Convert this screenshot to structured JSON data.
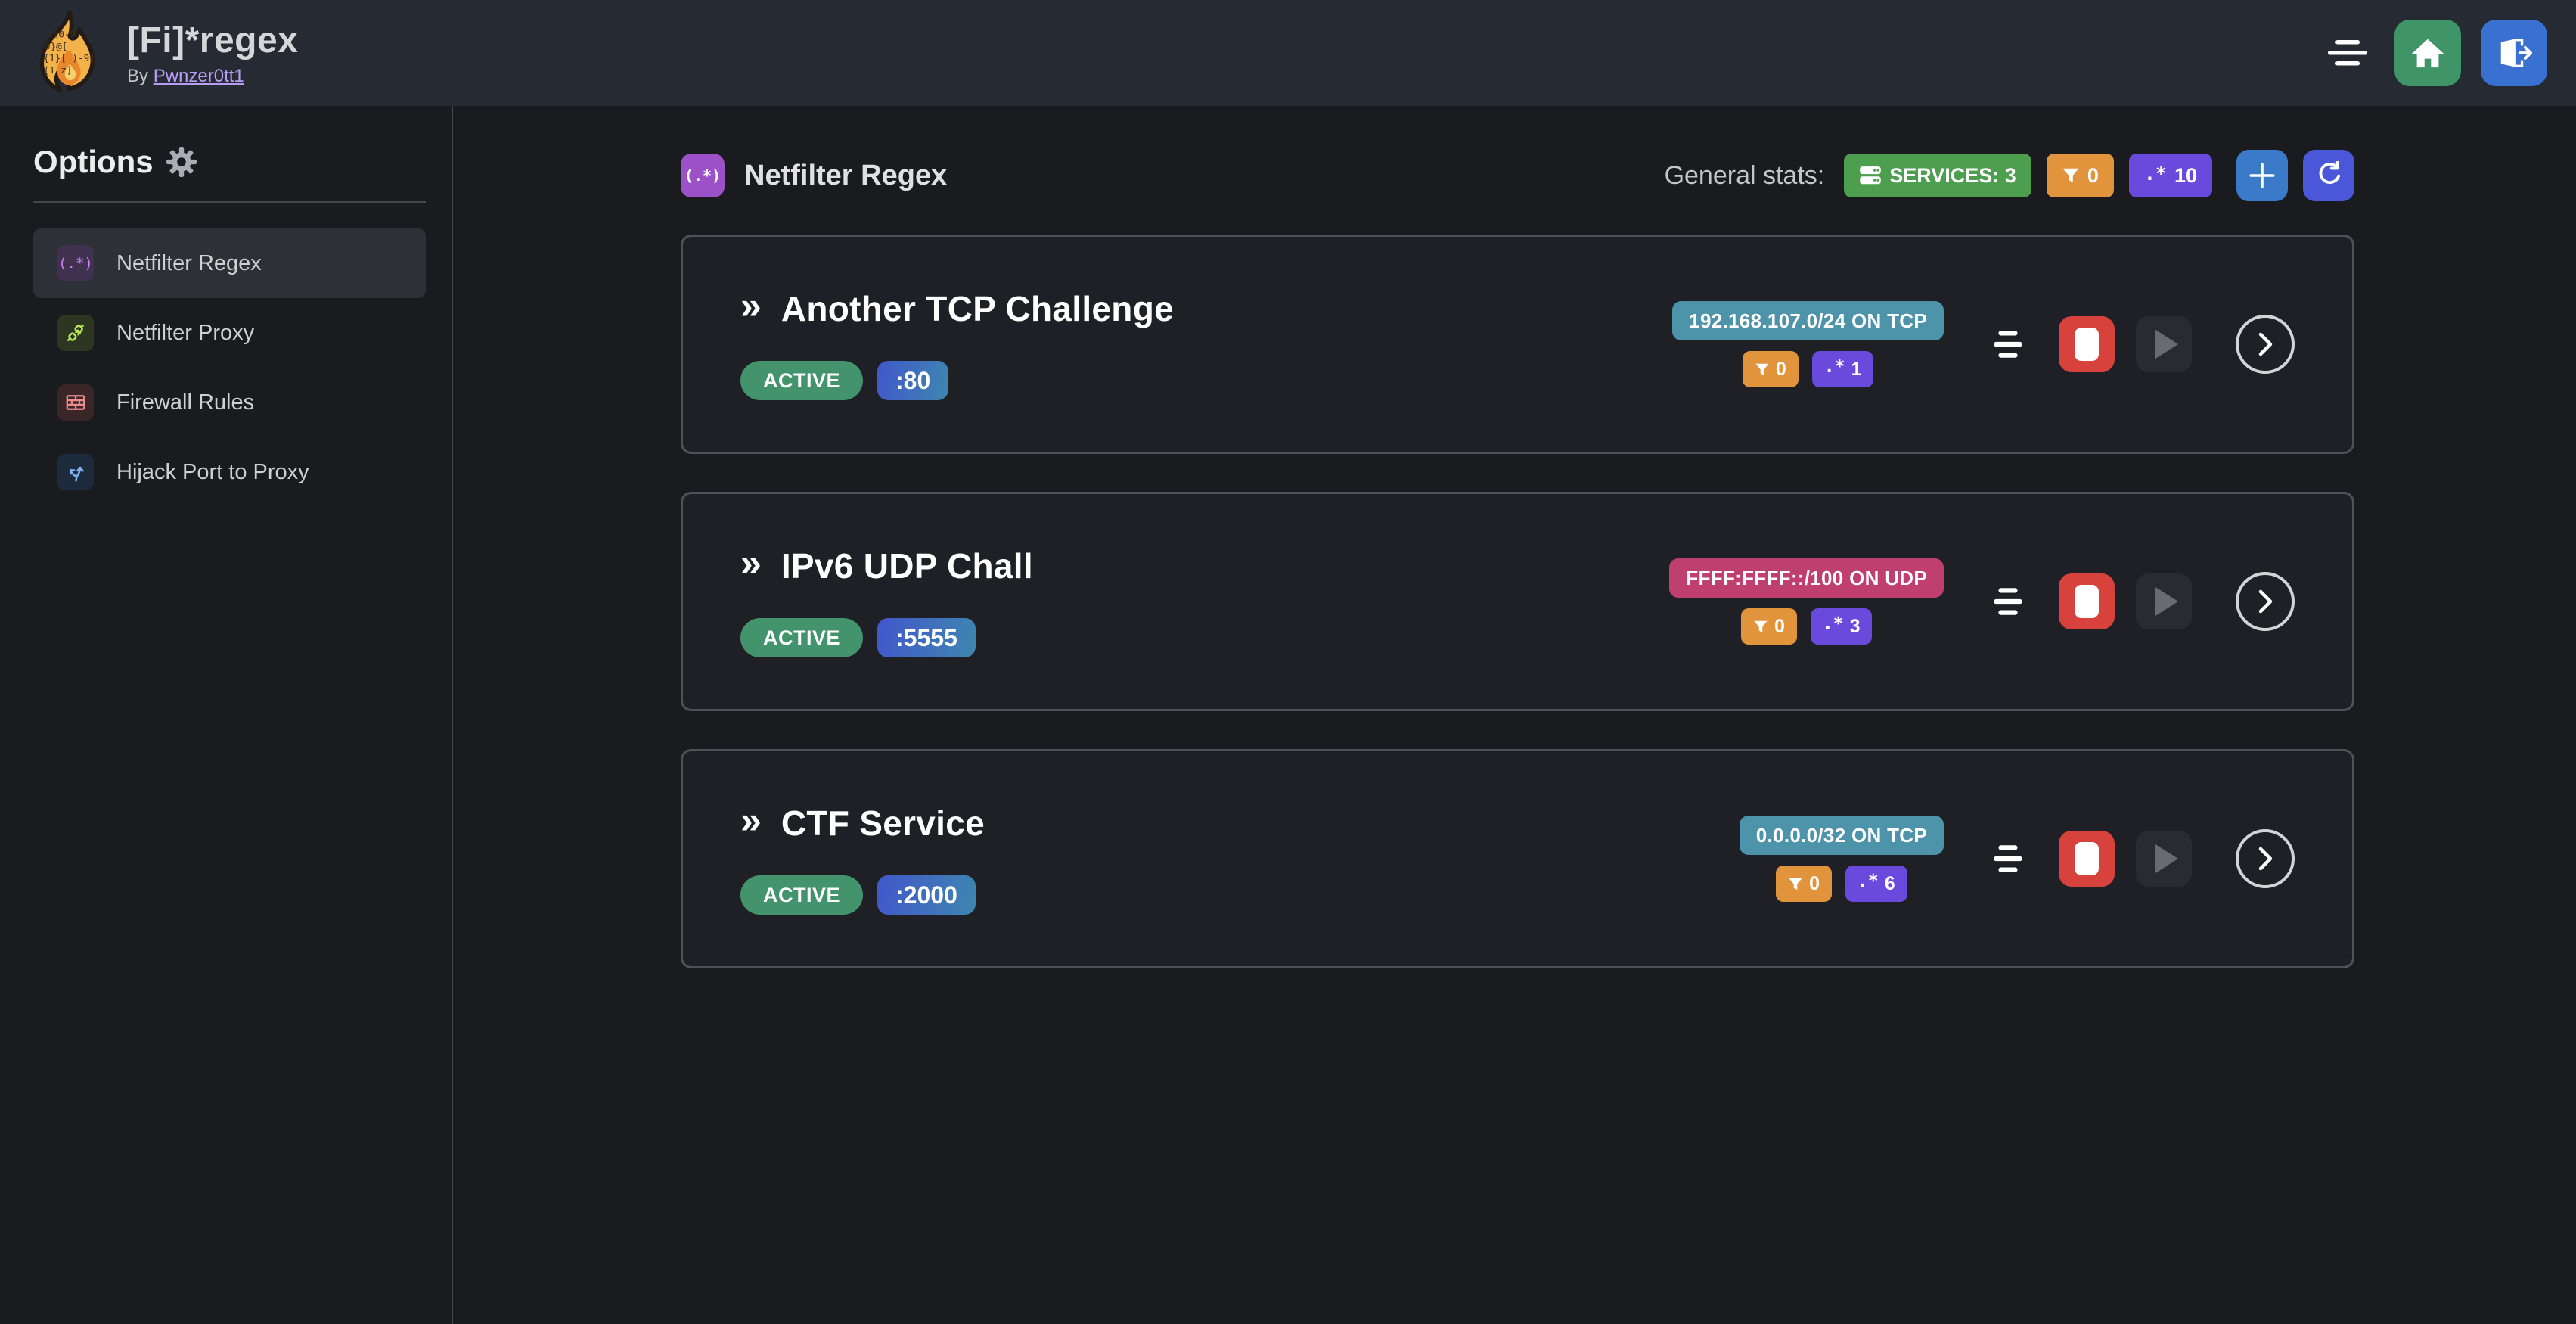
{
  "colors": {
    "accent-purple": "#9c51c8",
    "green": "#43946c",
    "services-green": "#4e9e50",
    "home-green": "#3f9468",
    "orange": "#e2943c",
    "violet": "#6a4add",
    "teal": "#4d94aa",
    "pink": "#bf3f6e",
    "red": "#d8423d",
    "blue-add": "#3b79c9",
    "blue-refresh": "#4a57d8",
    "logout-blue": "#3a70cf",
    "link-purple": "#b89df2",
    "port-grad-start": "#4157cb",
    "port-grad-end": "#3e86b0"
  },
  "ui": {
    "double_chevron": "»",
    "regex_paren_glyph": "(.*)",
    "regex_glyph": ".*"
  },
  "logo": {
    "frag1": "-z0-9",
    "frag2": "0}@[",
    "frag3": "{1}[ )-9]",
    "frag4": "{1   z]"
  },
  "header": {
    "title": "[Fi]*regex",
    "byline_prefix": "By",
    "byline_link": "Pwnzer0tt1"
  },
  "sidebar": {
    "heading": "Options",
    "items": [
      {
        "label": "Netfilter Regex",
        "active": true
      },
      {
        "label": "Netfilter Proxy",
        "active": false
      },
      {
        "label": "Firewall Rules",
        "active": false
      },
      {
        "label": "Hijack Port to Proxy",
        "active": false
      }
    ]
  },
  "main": {
    "section_title": "Netfilter Regex",
    "stats_label": "General stats:",
    "stats": {
      "services_text": "SERVICES: 3",
      "filter_count": "0",
      "regex_count": "10"
    },
    "services": [
      {
        "name": "Another TCP Challenge",
        "status": "ACTIVE",
        "port": ":80",
        "address": "192.168.107.0/24 ON TCP",
        "address_style": "teal",
        "filter_count": "0",
        "regex_count": "1"
      },
      {
        "name": "IPv6 UDP Chall",
        "status": "ACTIVE",
        "port": ":5555",
        "address": "FFFF:FFFF::/100 ON UDP",
        "address_style": "pink",
        "filter_count": "0",
        "regex_count": "3"
      },
      {
        "name": "CTF Service",
        "status": "ACTIVE",
        "port": ":2000",
        "address": "0.0.0.0/32 ON TCP",
        "address_style": "teal",
        "filter_count": "0",
        "regex_count": "6"
      }
    ]
  }
}
